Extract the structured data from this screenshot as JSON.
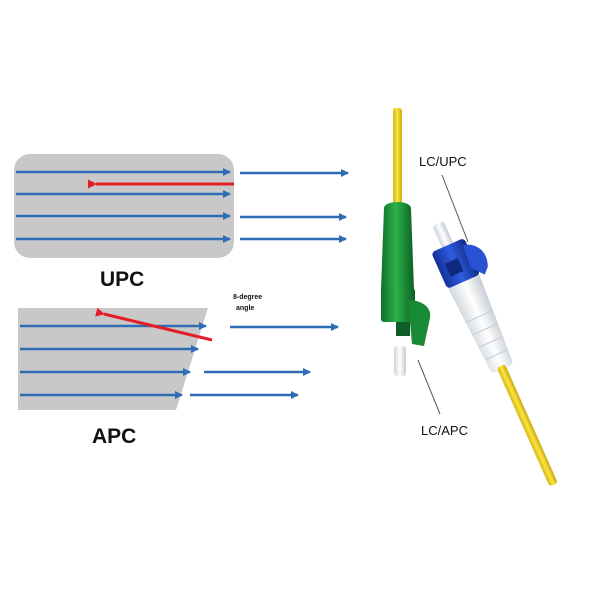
{
  "labels": {
    "upc": "UPC",
    "apc": "APC",
    "angle_line1": "8-degree",
    "angle_line2": "angle",
    "lc_upc": "LC/UPC",
    "lc_apc": "LC/APC"
  },
  "colors": {
    "background": "#ffffff",
    "ferrule_face": "#c8c8c8",
    "transmitted_beam": "#2e6db4",
    "reflected_beam": "#e41e26",
    "fiber_cable": "#f2d21a",
    "apc_connector": "#1f9a3c",
    "upc_connector": "#2048c8",
    "ferrule_white": "#f2f2f2",
    "leader_line": "#555555"
  },
  "icons": [
    "lc-apc-connector-photo",
    "lc-upc-connector-photo"
  ]
}
